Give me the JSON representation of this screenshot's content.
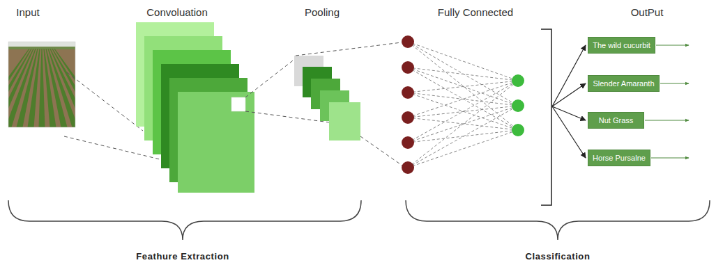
{
  "diagram": {
    "nodes": [
      {
        "text": [
          "The wild cucurbit"
        ]
      },
      {
        "text": [
          "Slender Amaranth"
        ]
      },
      {
        "text": [
          "Nut Grass"
        ]
      },
      {
        "text": [
          "Horse Pursalne"
        ]
      }
    ],
    "labels": [
      "Input",
      "Convoluation",
      "Pooling",
      "Fully Connected",
      "OutPut",
      "Feathure Extraction",
      "Classification"
    ]
  }
}
